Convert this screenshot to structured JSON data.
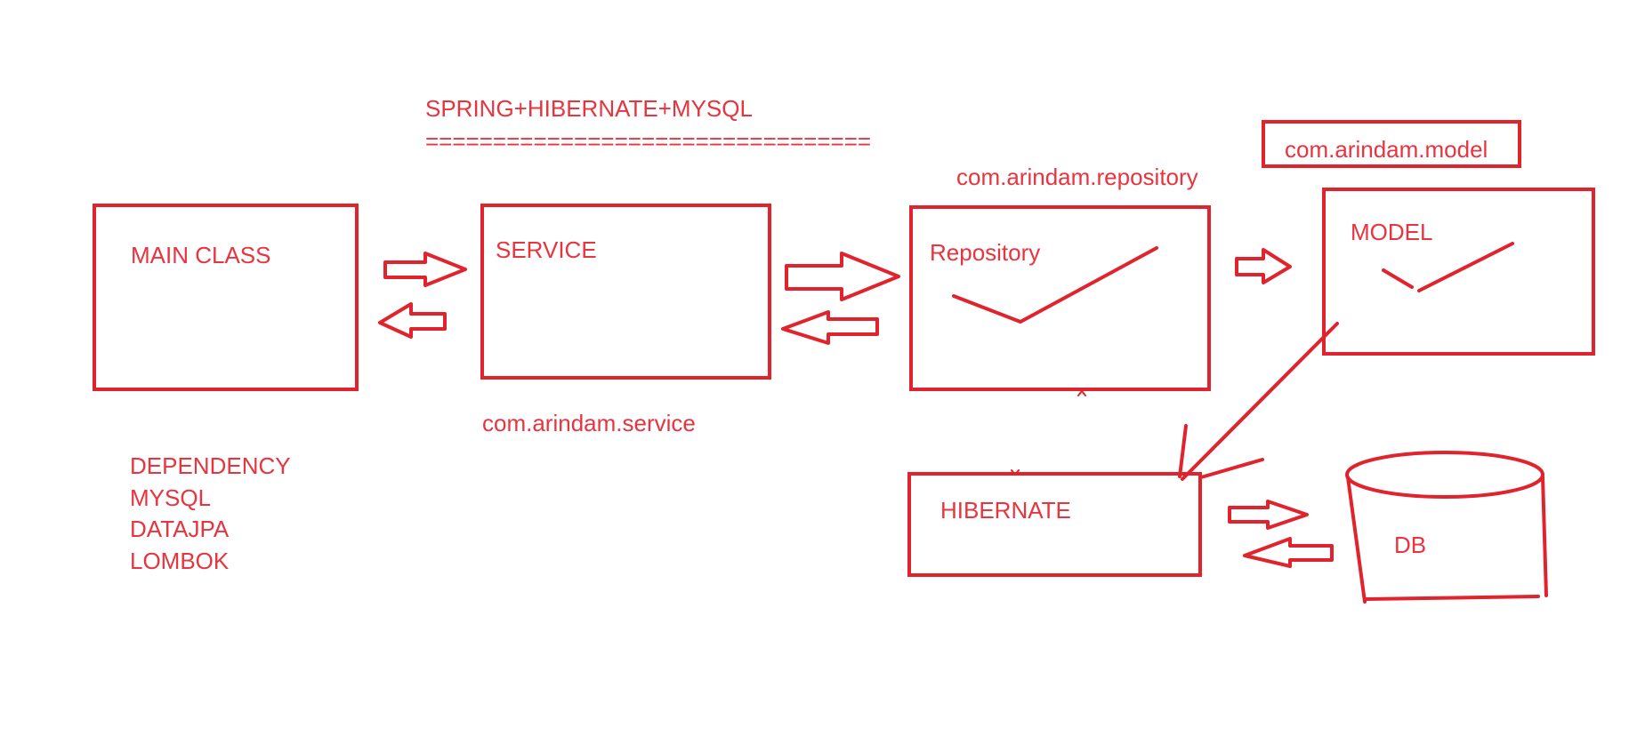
{
  "diagram": {
    "title": "SPRING+HIBERNATE+MYSQL",
    "underline": "=================================",
    "colors": {
      "ink": "#e0232c",
      "text": "#e8343f",
      "background": "#ffffff"
    },
    "nodes": {
      "main_class": {
        "label": "MAIN CLASS"
      },
      "service": {
        "label": "SERVICE",
        "package": "com.arindam.service"
      },
      "repository": {
        "label": "Repository",
        "package": "com.arindam.repository"
      },
      "model": {
        "label": "MODEL",
        "package": "com.arindam.model"
      },
      "hibernate": {
        "label": "HIBERNATE"
      },
      "db": {
        "label": "DB"
      }
    },
    "dependencies": {
      "heading": "DEPENDENCY",
      "items": [
        "MYSQL",
        "DATAJPA",
        "LOMBOK"
      ]
    },
    "icons": {
      "repository_mark": "checkmark-icon",
      "model_mark": "checkmark-icon",
      "db_shape": "cylinder-icon"
    }
  }
}
